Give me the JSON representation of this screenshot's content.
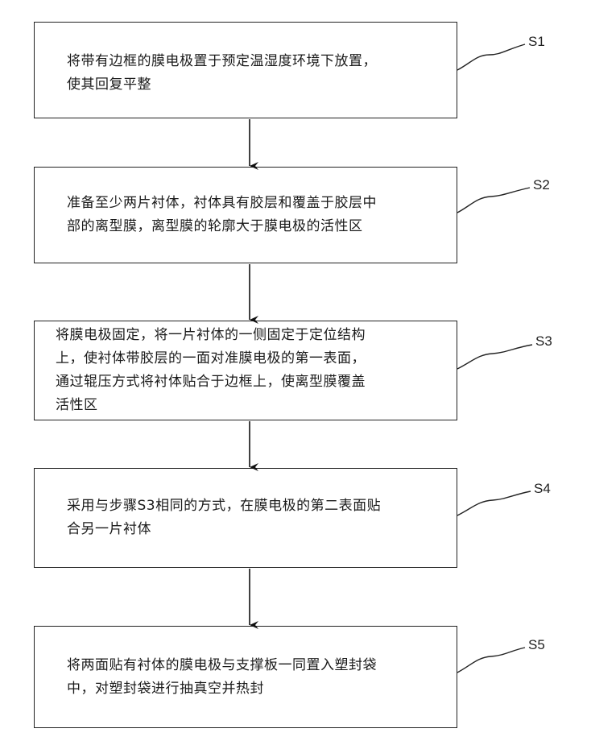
{
  "steps": [
    {
      "label": "S1",
      "text": "将带有边框的膜电极置于预定温湿度环境下放置，\n使其回复平整"
    },
    {
      "label": "S2",
      "text": "准备至少两片衬体，衬体具有胶层和覆盖于胶层中\n部的离型膜，离型膜的轮廓大于膜电极的活性区"
    },
    {
      "label": "S3",
      "text": "将膜电极固定，将一片衬体的一侧固定于定位结构\n上，使衬体带胶层的一面对准膜电极的第一表面，\n通过辊压方式将衬体贴合于边框上，使离型膜覆盖\n活性区"
    },
    {
      "label": "S4",
      "text": "采用与步骤S3相同的方式，在膜电极的第二表面贴\n合另一片衬体"
    },
    {
      "label": "S5",
      "text": "将两面贴有衬体的膜电极与支撑板一同置入塑封袋\n中，对塑封袋进行抽真空并热封"
    }
  ]
}
